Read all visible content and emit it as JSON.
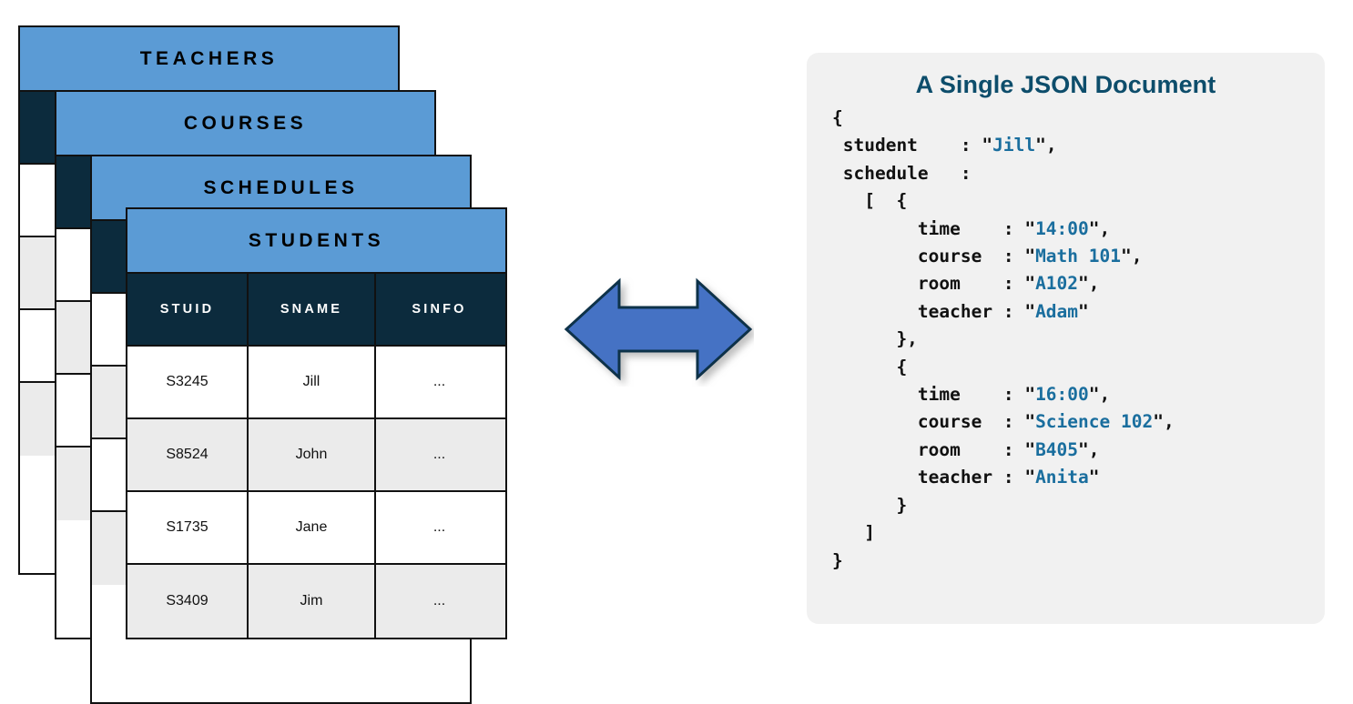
{
  "diagram": {
    "left_panel": {
      "name": "relational-tables-stack",
      "cards": [
        {
          "title": "TEACHERS"
        },
        {
          "title": "COURSES"
        },
        {
          "title": "SCHEDULES"
        },
        {
          "title": "STUDENTS"
        }
      ],
      "front_table": {
        "title": "STUDENTS",
        "columns": [
          "STUID",
          "SNAME",
          "SINFO"
        ],
        "rows": [
          [
            "S3245",
            "Jill",
            "..."
          ],
          [
            "S8524",
            "John",
            "..."
          ],
          [
            "S1735",
            "Jane",
            "..."
          ],
          [
            "S3409",
            "Jim",
            "..."
          ]
        ]
      }
    },
    "connector": {
      "name": "bidirectional-arrow",
      "direction": "both",
      "fill": "#4472C4",
      "stroke": "#10304A"
    },
    "right_panel": {
      "title": "A Single JSON Document",
      "title_color": "#0D4D6B",
      "background": "#F1F1F1",
      "document": {
        "student": "Jill",
        "schedule": [
          {
            "time": "14:00",
            "course": "Math 101",
            "room": "A102",
            "teacher": "Adam"
          },
          {
            "time": "16:00",
            "course": "Science 102",
            "room": "B405",
            "teacher": "Anita"
          }
        ]
      },
      "code_lines": [
        {
          "plain": "{"
        },
        {
          "plain": " student    : \"",
          "string": "Jill",
          "tail": "\","
        },
        {
          "plain": " schedule   :"
        },
        {
          "plain": "   [  {"
        },
        {
          "plain": "        time    : \"",
          "string": "14:00",
          "tail": "\","
        },
        {
          "plain": "        course  : \"",
          "string": "Math 101",
          "tail": "\","
        },
        {
          "plain": "        room    : \"",
          "string": "A102",
          "tail": "\","
        },
        {
          "plain": "        teacher : \"",
          "string": "Adam",
          "tail": "\""
        },
        {
          "plain": "      },"
        },
        {
          "plain": "      {"
        },
        {
          "plain": "        time    : \"",
          "string": "16:00",
          "tail": "\","
        },
        {
          "plain": "        course  : \"",
          "string": "Science 102",
          "tail": "\","
        },
        {
          "plain": "        room    : \"",
          "string": "B405",
          "tail": "\","
        },
        {
          "plain": "        teacher : \"",
          "string": "Anita",
          "tail": "\""
        },
        {
          "plain": "      }"
        },
        {
          "plain": "   ]"
        },
        {
          "plain": "}"
        }
      ]
    }
  },
  "colors": {
    "card_header_blue": "#5B9BD5",
    "table_header_navy": "#0C2B3D",
    "row_alt_gray": "#EBEBEB",
    "outline": "#111111",
    "json_string": "#1A6E9E",
    "arrow_fill": "#4472C4"
  }
}
